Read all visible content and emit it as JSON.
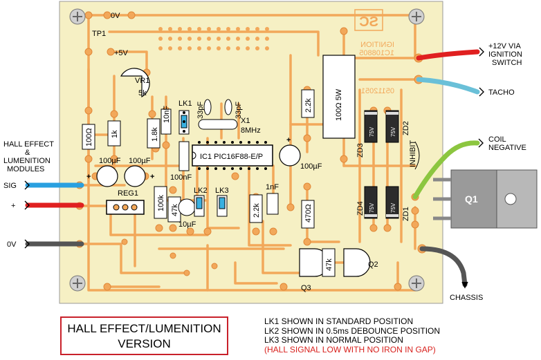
{
  "board": {
    "text_0v": "0V",
    "text_5v": "+5V",
    "tp1": "TP1",
    "vr1": "VR1",
    "vr1_val": "5k",
    "r100": "100Ω",
    "r1k": "1k",
    "c100uf_a": "100µF",
    "c100uf_b": "100µF",
    "reg1": "REG1",
    "r18k": "1.8k",
    "c10nf": "10nF",
    "lk1": "LK1",
    "c33pf_a": "33pF",
    "c33pf_b": "33pF",
    "x1": "X1",
    "x1_val": "8MHz",
    "ic1": "IC1  PIC16F88-E/P",
    "c100nf": "100nF",
    "c100uf_c": "100µF",
    "lk2": "LK2",
    "lk3": "LK3",
    "r100k": "100k",
    "r47k_a": "47k",
    "c10uf": "10µF",
    "r22k_a": "2.2k",
    "c1nf": "1nF",
    "r470": "470Ω",
    "r22k_b": "2.2k",
    "r100_5w": "100Ω 5W",
    "zd3": "ZD3",
    "zd2": "ZD2",
    "zd4": "ZD4",
    "zd1": "ZD1",
    "zener_mark": "75V",
    "inhibit": "INHIBIT",
    "r47k_b": "47k",
    "q3": "Q3",
    "q2": "Q2",
    "q1": "Q1",
    "board_code": "05112051",
    "board_name": "IGNITION",
    "board_id": "1C108805",
    "logo": "SC"
  },
  "connections": {
    "left_header": [
      "HALL EFFECT",
      "&",
      "LUMENITION",
      "MODULES"
    ],
    "sig": "SIG",
    "plus": "+",
    "zero_v": "0V",
    "v12_line1": "+12V VIA",
    "v12_line2": "IGNITION",
    "v12_line3": "SWITCH",
    "tacho": "TACHO",
    "coil_line1": "COIL",
    "coil_line2": "NEGATIVE",
    "chassis": "CHASSIS"
  },
  "wire_colors": {
    "board": "#f6f0c4",
    "track": "#f2a85a",
    "sig": "#2aa0e0",
    "plus": "#e02020",
    "zero_v": "#555555",
    "v12": "#e02020",
    "tacho": "#6ac0d8",
    "coil": "#8cc640",
    "chassis": "#555555"
  },
  "title": {
    "line1": "HALL EFFECT/LUMENITION",
    "line2": "VERSION"
  },
  "notes": {
    "line1": "LK1 SHOWN IN STANDARD POSITION",
    "line2": "LK2 SHOWN IN 0.5ms DEBOUNCE POSITION",
    "line3": "LK3 SHOWN IN NORMAL POSITION",
    "line4": "(HALL SIGNAL LOW WITH NO IRON IN GAP)"
  }
}
